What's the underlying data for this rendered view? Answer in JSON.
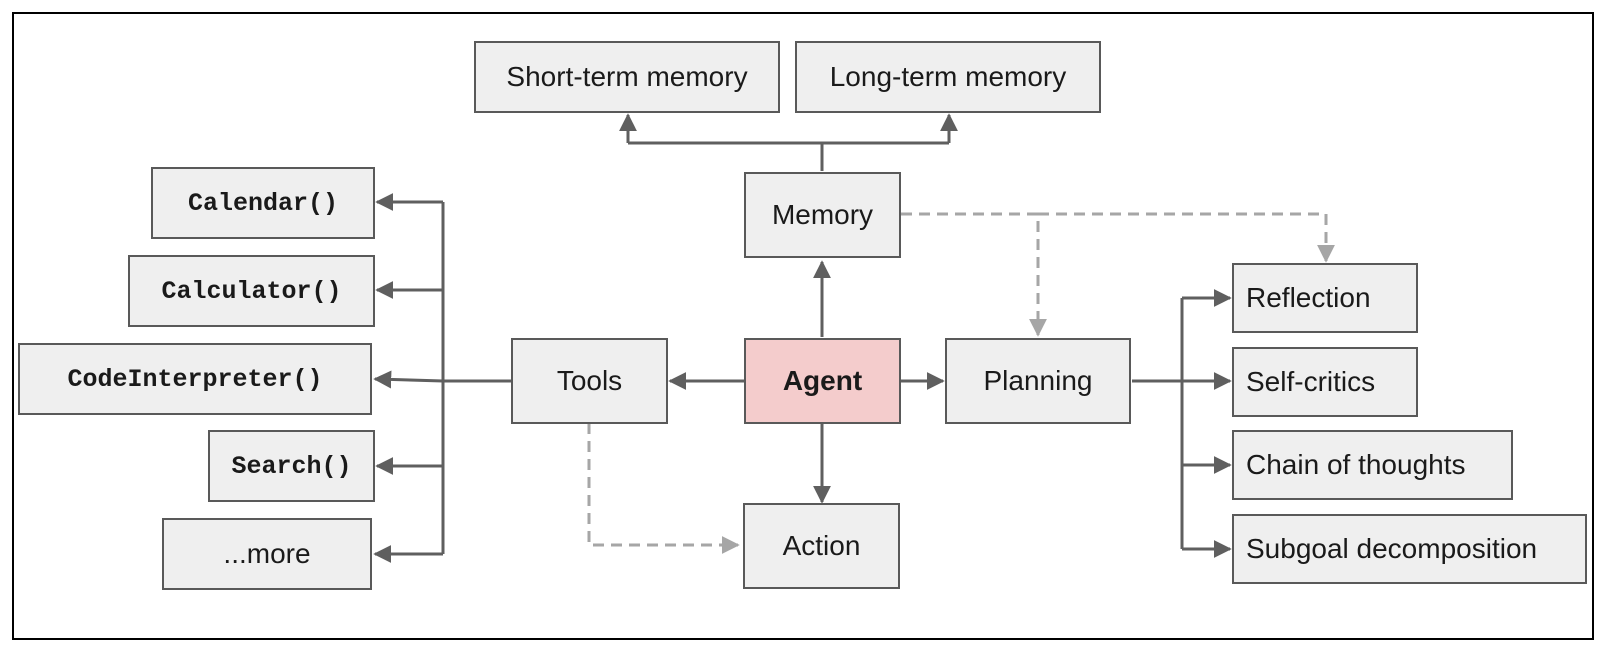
{
  "diagram": {
    "center": "Agent",
    "modules": {
      "memory": "Memory",
      "tools": "Tools",
      "planning": "Planning",
      "action": "Action"
    },
    "memory_types": [
      "Short-term memory",
      "Long-term memory"
    ],
    "tools": [
      "Calendar()",
      "Calculator()",
      "CodeInterpreter()",
      "Search()",
      "...more"
    ],
    "planning_methods": [
      "Reflection",
      "Self-critics",
      "Chain of thoughts",
      "Subgoal decomposition"
    ]
  }
}
